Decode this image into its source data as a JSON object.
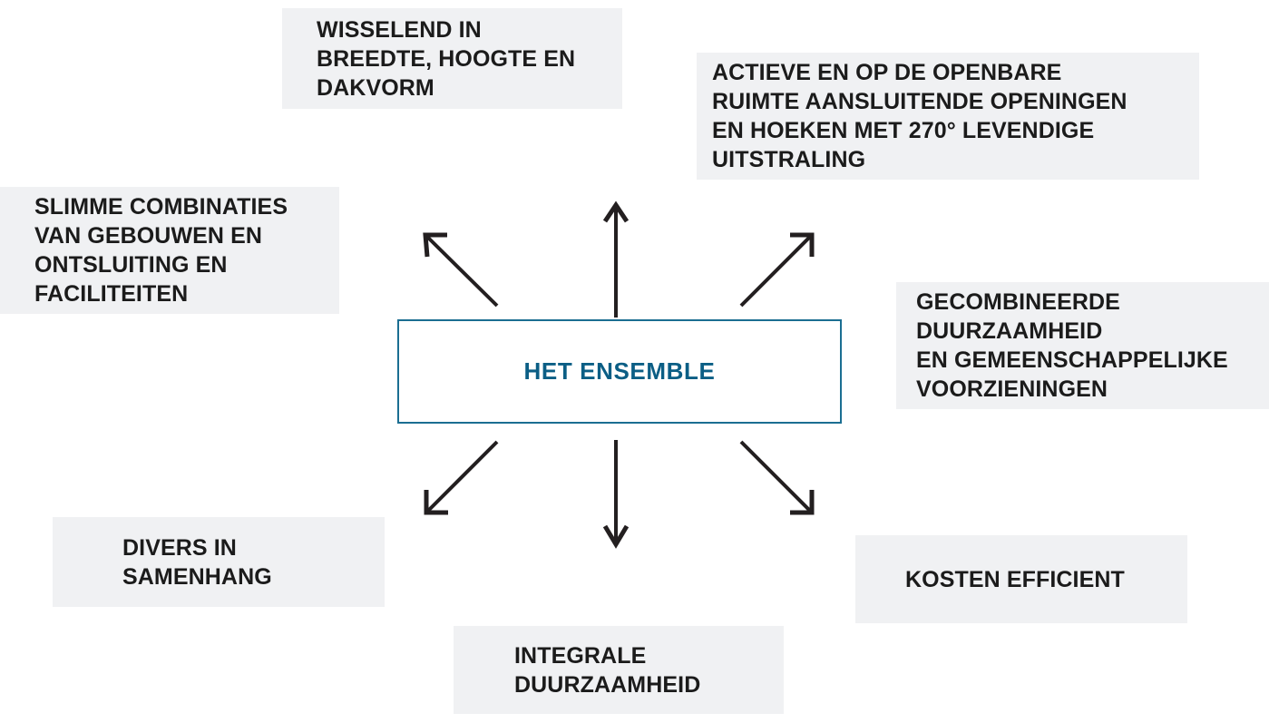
{
  "diagram": {
    "title": "HET ENSEMBLE",
    "center": {
      "id": "het-ensemble",
      "label": "HET ENSEMBLE",
      "text_color": "#0b5e85",
      "border_color": "#1b6e92",
      "background": "#ffffff"
    },
    "node_background": "#f0f1f3",
    "node_text_color": "#1b1b1b",
    "arrow_color": "#231f20",
    "nodes": [
      {
        "id": "wisselend",
        "position": "top-left",
        "label": "WISSELEND IN\nBREEDTE, HOOGTE EN\nDAKVORM"
      },
      {
        "id": "actieve-openingen",
        "position": "top-right",
        "label": "ACTIEVE EN OP DE OPENBARE\nRUIMTE AANSLUITENDE OPENINGEN\nEN HOEKEN MET 270° LEVENDIGE\nUITSTRALING"
      },
      {
        "id": "slimme-combinaties",
        "position": "left",
        "label": "SLIMME COMBINATIES\nVAN GEBOUWEN EN\nONTSLUITING EN\nFACILITEITEN"
      },
      {
        "id": "gecombineerde-duurzaamheid",
        "position": "right",
        "label": "GECOMBINEERDE\nDUURZAAMHEID\nEN GEMEENSCHAPPELIJKE\nVOORZIENINGEN"
      },
      {
        "id": "divers-in-samenhang",
        "position": "bottom-left",
        "label": "DIVERS IN\nSAMENHANG"
      },
      {
        "id": "integrale-duurzaamheid",
        "position": "bottom-center",
        "label": "INTEGRALE\nDUURZAAMHEID"
      },
      {
        "id": "kosten-efficient",
        "position": "bottom-right",
        "label": "KOSTEN EFFICIENT"
      }
    ],
    "arrows": [
      {
        "id": "arrow-up",
        "from": "het-ensemble",
        "to": "wisselend-top"
      },
      {
        "id": "arrow-up-left",
        "from": "het-ensemble",
        "to": "slimme-combinaties"
      },
      {
        "id": "arrow-up-right",
        "from": "het-ensemble",
        "to": "actieve-openingen"
      },
      {
        "id": "arrow-down",
        "from": "het-ensemble",
        "to": "integrale-duurzaamheid"
      },
      {
        "id": "arrow-down-left",
        "from": "het-ensemble",
        "to": "divers-in-samenhang"
      },
      {
        "id": "arrow-down-right",
        "from": "het-ensemble",
        "to": "kosten-efficient"
      }
    ]
  }
}
